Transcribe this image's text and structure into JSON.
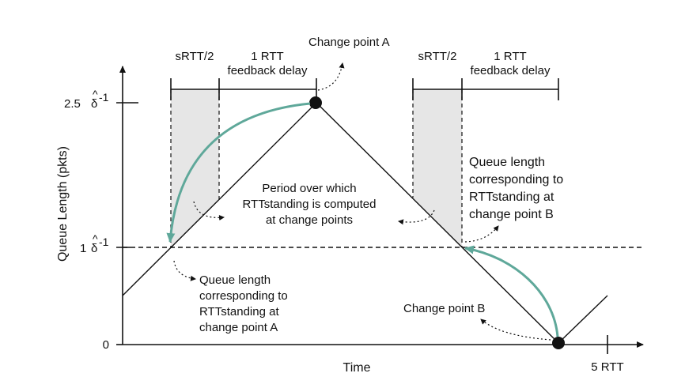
{
  "colors": {
    "line": "#111111",
    "teal": "#5fa89a",
    "shade": "#e6e6e6"
  },
  "axes": {
    "ylabel": "Queue Length (pkts)",
    "xlabel": "Time",
    "x_end_tick": "5 RTT",
    "y_zero": "0",
    "y_top_coef": "2.5",
    "y_mid_coef": "1",
    "delta_sym": "δ",
    "hat_sym": "^",
    "inverse_exp": "-1"
  },
  "intervals": {
    "left": {
      "srtt": "sRTT/2",
      "rtt_line1": "1 RTT",
      "rtt_line2": "feedback delay"
    },
    "right": {
      "srtt": "sRTT/2",
      "rtt_line1": "1 RTT",
      "rtt_line2": "feedback delay"
    }
  },
  "annotations": {
    "change_point_a": "Change point A",
    "change_point_b": "Change point B",
    "period": [
      "Period over which",
      "RTTstanding is computed",
      "at change points"
    ],
    "queue_a": [
      "Queue length",
      "corresponding to",
      "RTTstanding at",
      "change point A"
    ],
    "queue_b": [
      "Queue length",
      "corresponding to",
      "RTTstanding at",
      "change point B"
    ]
  }
}
